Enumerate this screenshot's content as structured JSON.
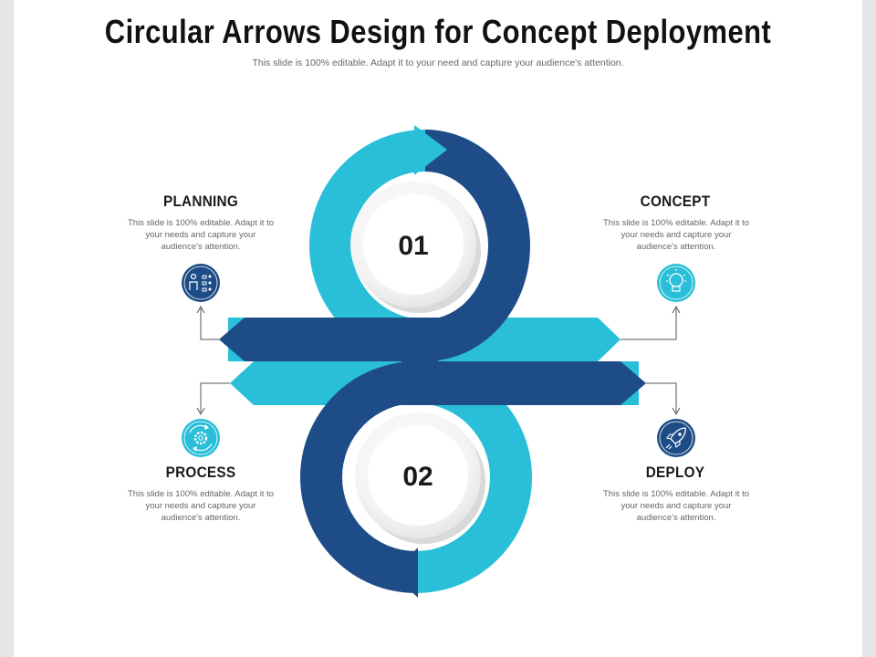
{
  "title": "Circular Arrows Design for Concept Deployment",
  "subtitle": "This slide is 100% editable. Adapt it to your need and capture your audience's attention.",
  "steps": [
    {
      "number": "01"
    },
    {
      "number": "02"
    }
  ],
  "items": [
    {
      "heading": "PLANNING",
      "description": "This slide is 100% editable. Adapt it to your needs and capture your audience's attention.",
      "icon": "people-network-icon"
    },
    {
      "heading": "CONCEPT",
      "description": "This slide is 100% editable. Adapt it to your needs and capture your audience's attention.",
      "icon": "lightbulb-icon"
    },
    {
      "heading": "PROCESS",
      "description": "This slide is 100% editable. Adapt it to your needs and capture your audience's attention.",
      "icon": "gear-cycle-icon"
    },
    {
      "heading": "DEPLOY",
      "description": "This slide is 100% editable. Adapt it to your needs and capture your audience's attention.",
      "icon": "rocket-icon"
    }
  ],
  "colors": {
    "dark_blue": "#1e4c87",
    "light_blue": "#29bfd8",
    "background": "#ffffff",
    "frame": "#e6e6e8"
  }
}
